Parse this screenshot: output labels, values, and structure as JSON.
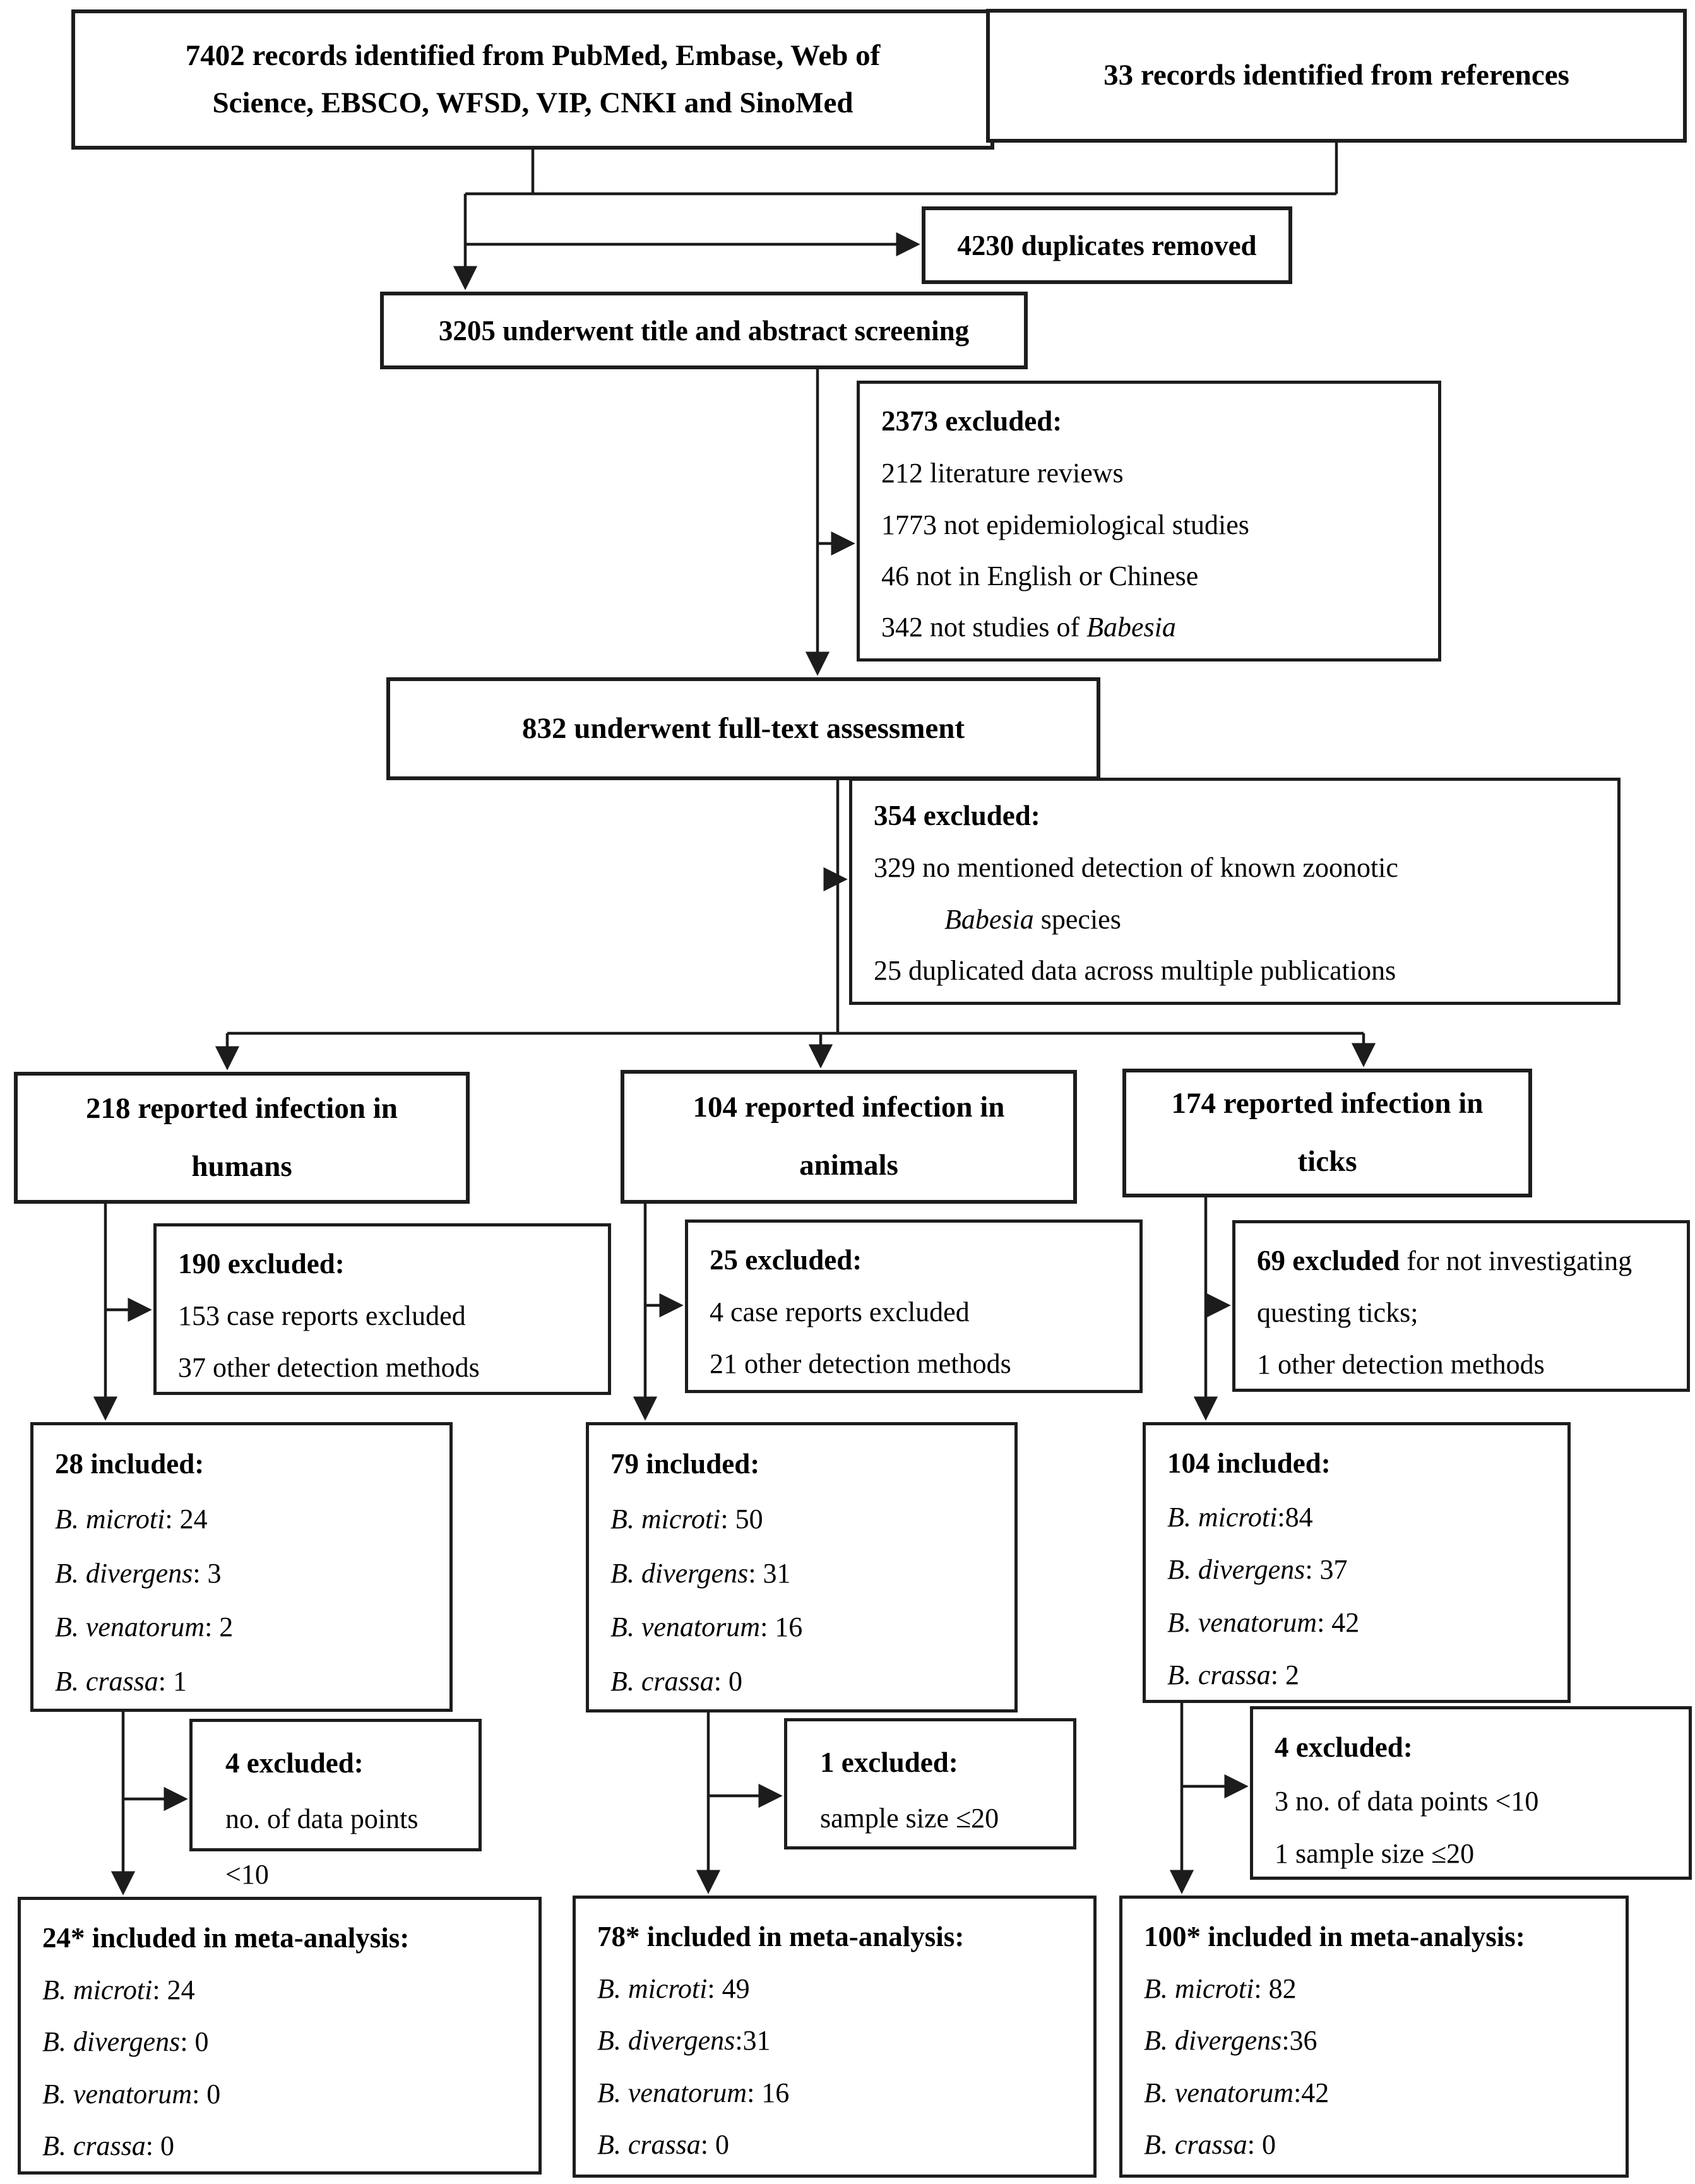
{
  "flow": {
    "identification": {
      "records": "7402 records identified from PubMed, Embase, Web of Science, EBSCO, WFSD, VIP, CNKI and SinoMed",
      "references": "33 records identified from references",
      "duplicates_removed": "4230 duplicates removed",
      "screening": "3205 underwent title and abstract screening",
      "screening_excluded": {
        "header": "2373 excluded:",
        "items": [
          "212 literature reviews",
          "1773 not epidemiological studies",
          "46 not in English or Chinese"
        ],
        "last_item_text": "342 not studies of ",
        "last_item_italic": "Babesia"
      },
      "fulltext": "832 underwent full-text assessment",
      "fulltext_excluded": {
        "header": "354 excluded:",
        "item1_text": "329 no mentioned detection of known zoonotic",
        "item1_italic": "Babesia",
        "item1_suffix": " species",
        "item2": "25 duplicated data across multiple publications"
      }
    },
    "humans": {
      "reported": "218 reported infection in humans",
      "excluded": {
        "header": "190 excluded:",
        "items": [
          "153 case reports excluded",
          "37 other detection methods"
        ]
      },
      "included": {
        "header": "28 included:",
        "species": [
          {
            "name": "B. microti",
            "value": ": 24"
          },
          {
            "name": "B. divergens",
            "value": ": 3"
          },
          {
            "name": "B. venatorum",
            "value": ": 2"
          },
          {
            "name": "B. crassa",
            "value": ": 1"
          }
        ]
      },
      "meta_excluded": {
        "header": "4 excluded:",
        "items": [
          "no. of data points <10"
        ]
      },
      "meta": {
        "header": "24* included in meta-analysis:",
        "species": [
          {
            "name": "B. microti",
            "value": ": 24"
          },
          {
            "name": "B. divergens",
            "value": ": 0"
          },
          {
            "name": "B. venatorum",
            "value": ": 0"
          },
          {
            "name": "B. crassa",
            "value": ": 0"
          }
        ]
      }
    },
    "animals": {
      "reported": "104 reported infection in animals",
      "excluded": {
        "header": "25 excluded:",
        "items": [
          "4 case reports excluded",
          "21 other detection methods"
        ]
      },
      "included": {
        "header": "79 included:",
        "species": [
          {
            "name": "B. microti",
            "value": ": 50"
          },
          {
            "name": "B. divergens",
            "value": ": 31"
          },
          {
            "name": "B. venatorum",
            "value": ": 16"
          },
          {
            "name": "B. crassa",
            "value": ": 0"
          }
        ]
      },
      "meta_excluded": {
        "header": "1 excluded:",
        "items": [
          "sample size ≤20"
        ]
      },
      "meta": {
        "header": "78* included in meta-analysis:",
        "species": [
          {
            "name": "B. microti",
            "value": ": 49"
          },
          {
            "name": "B. divergens",
            "value": ":31"
          },
          {
            "name": "B. venatorum",
            "value": ": 16"
          },
          {
            "name": "B. crassa",
            "value": ": 0"
          }
        ]
      }
    },
    "ticks": {
      "reported": "174 reported infection in ticks",
      "excluded": {
        "header_bold": "69 excluded",
        "header_rest": " for not investigating questing ticks;",
        "items": [
          "1 other detection methods"
        ]
      },
      "included": {
        "header": "104 included:",
        "species": [
          {
            "name": "B. microti",
            "value": ":84"
          },
          {
            "name": "B. divergens",
            "value": ": 37"
          },
          {
            "name": "B. venatorum",
            "value": ": 42"
          },
          {
            "name": "B. crassa",
            "value": ": 2"
          }
        ]
      },
      "meta_excluded": {
        "header": "4 excluded:",
        "items": [
          "3 no. of data points <10",
          "1 sample size ≤20"
        ]
      },
      "meta": {
        "header": "100* included in meta-analysis:",
        "species": [
          {
            "name": "B. microti",
            "value": ": 82"
          },
          {
            "name": "B. divergens",
            "value": ":36"
          },
          {
            "name": "B. venatorum",
            "value": ":42"
          },
          {
            "name": "B. crassa",
            "value": ": 0"
          }
        ]
      }
    }
  }
}
